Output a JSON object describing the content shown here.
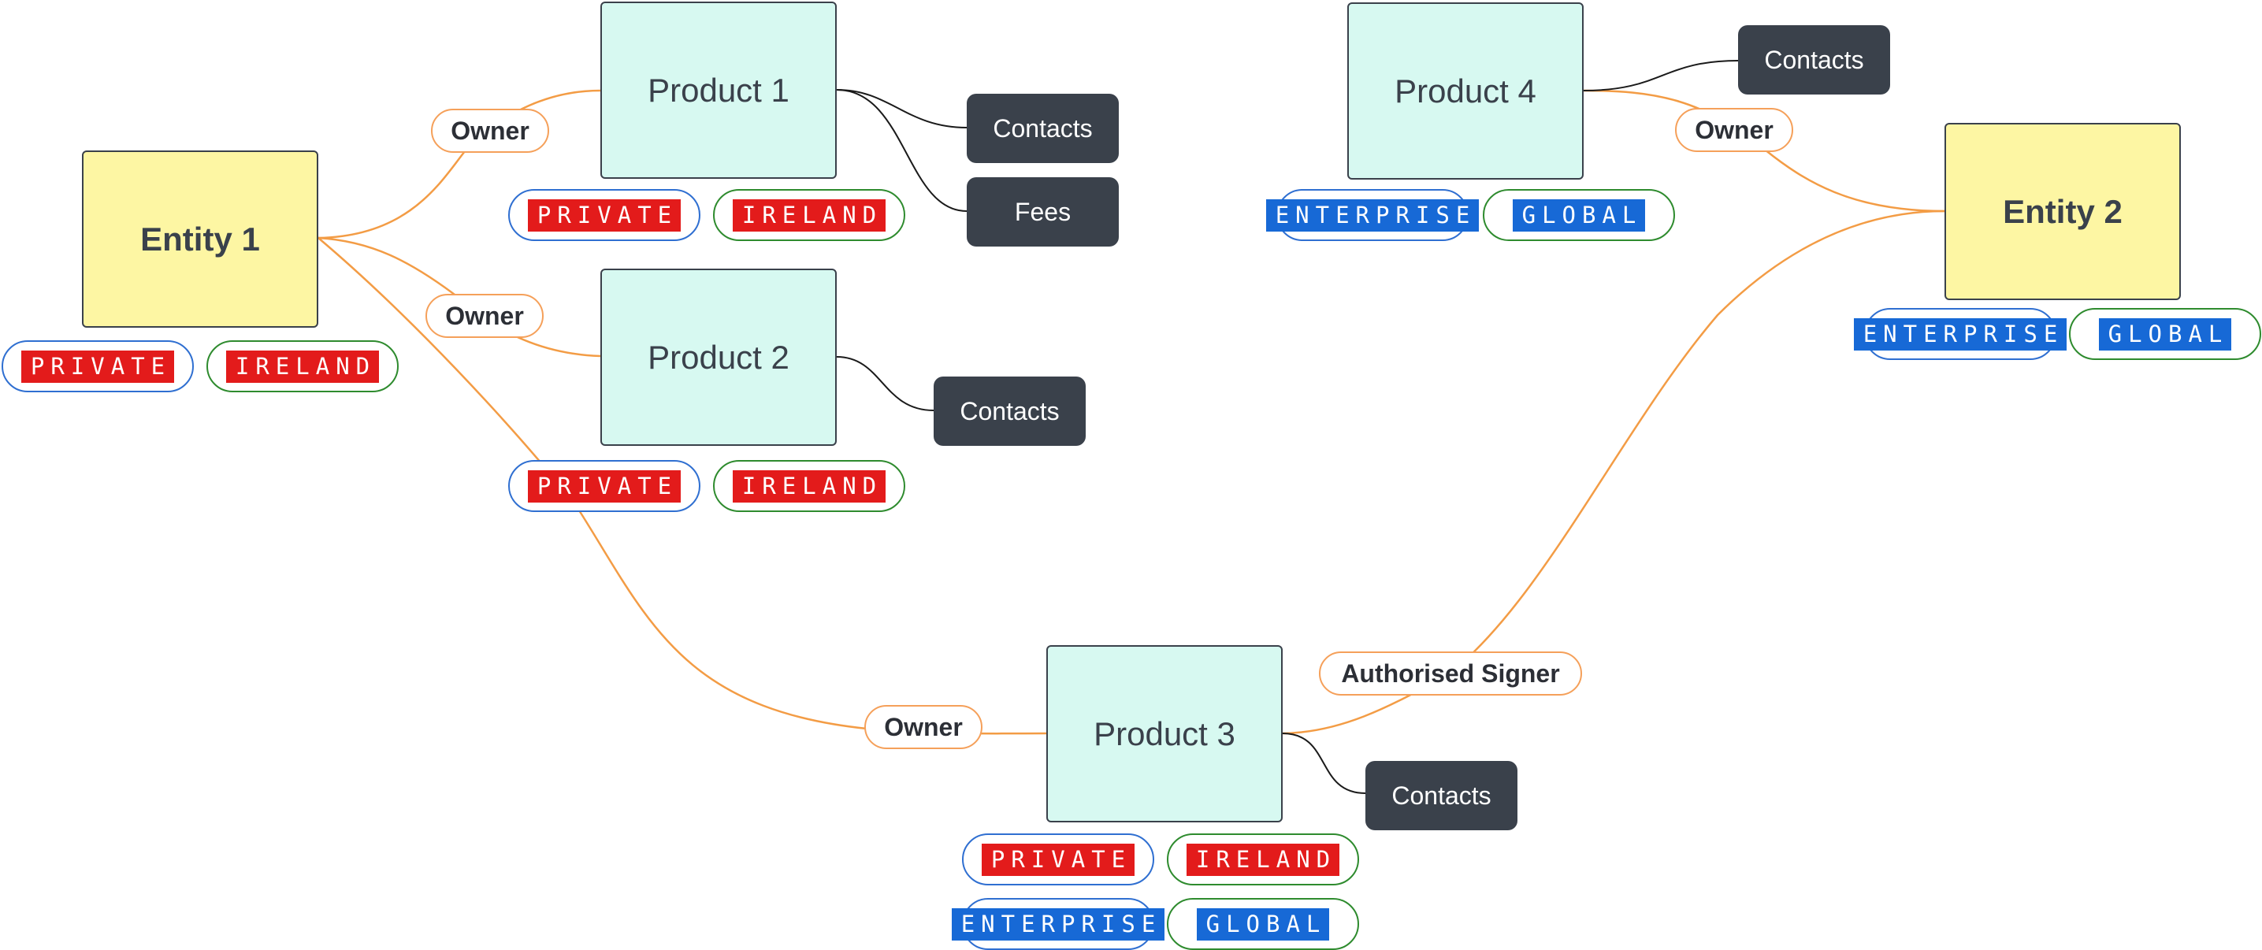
{
  "entities": [
    {
      "label": "Entity 1"
    },
    {
      "label": "Entity 2"
    }
  ],
  "products": [
    {
      "label": "Product 1"
    },
    {
      "label": "Product 2"
    },
    {
      "label": "Product 3"
    },
    {
      "label": "Product 4"
    }
  ],
  "details": [
    {
      "label": "Contacts"
    },
    {
      "label": "Fees"
    },
    {
      "label": "Contacts"
    },
    {
      "label": "Contacts"
    },
    {
      "label": "Contacts"
    }
  ],
  "relations": [
    {
      "label": "Owner"
    },
    {
      "label": "Owner"
    },
    {
      "label": "Owner"
    },
    {
      "label": "Owner"
    },
    {
      "label": "Authorised Signer"
    }
  ],
  "tags": {
    "private": "PRIVATE",
    "ireland": "IRELAND",
    "enterprise": "ENTERPRISE",
    "global": "GLOBAL"
  },
  "colors": {
    "entity_fill": "#fdf6a3",
    "product_fill": "#d7f9f1",
    "detail_fill": "#3a414b",
    "relation_line": "#f39c45",
    "detail_line": "#1a1a1a",
    "tag_red": "#e31b1b",
    "tag_blue": "#1769d6",
    "tag_border_blue": "#2f6fd1",
    "tag_border_green": "#2e8b2e"
  }
}
